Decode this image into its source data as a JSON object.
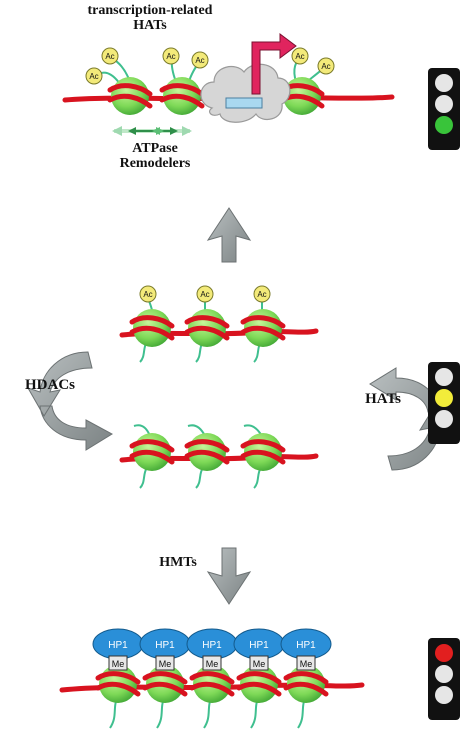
{
  "labels": {
    "top_title_line1": "transcription-related",
    "top_title_line2": "HATs",
    "remodelers_line1": "ATPase",
    "remodelers_line2": "Remodelers",
    "hdacs": "HDACs",
    "hats": "HATs",
    "hmts": "HMTs"
  },
  "marks": {
    "acetyl": "Ac",
    "hp1": "HP1",
    "methyl": "Me"
  },
  "traffic_lights": {
    "top": "green",
    "middle": "yellow",
    "bottom": "red"
  },
  "colors": {
    "dna": "#d8131f",
    "histone": "#7ed957",
    "tail": "#3fbf8f",
    "acetyl": "#f3ea7a",
    "hp1": "#2a8fd8",
    "arrow_gray": "#8f9596",
    "promoter_arrow": "#e0245e",
    "cloud": "#d6d6d6",
    "tf_box": "#a9d8f0"
  }
}
